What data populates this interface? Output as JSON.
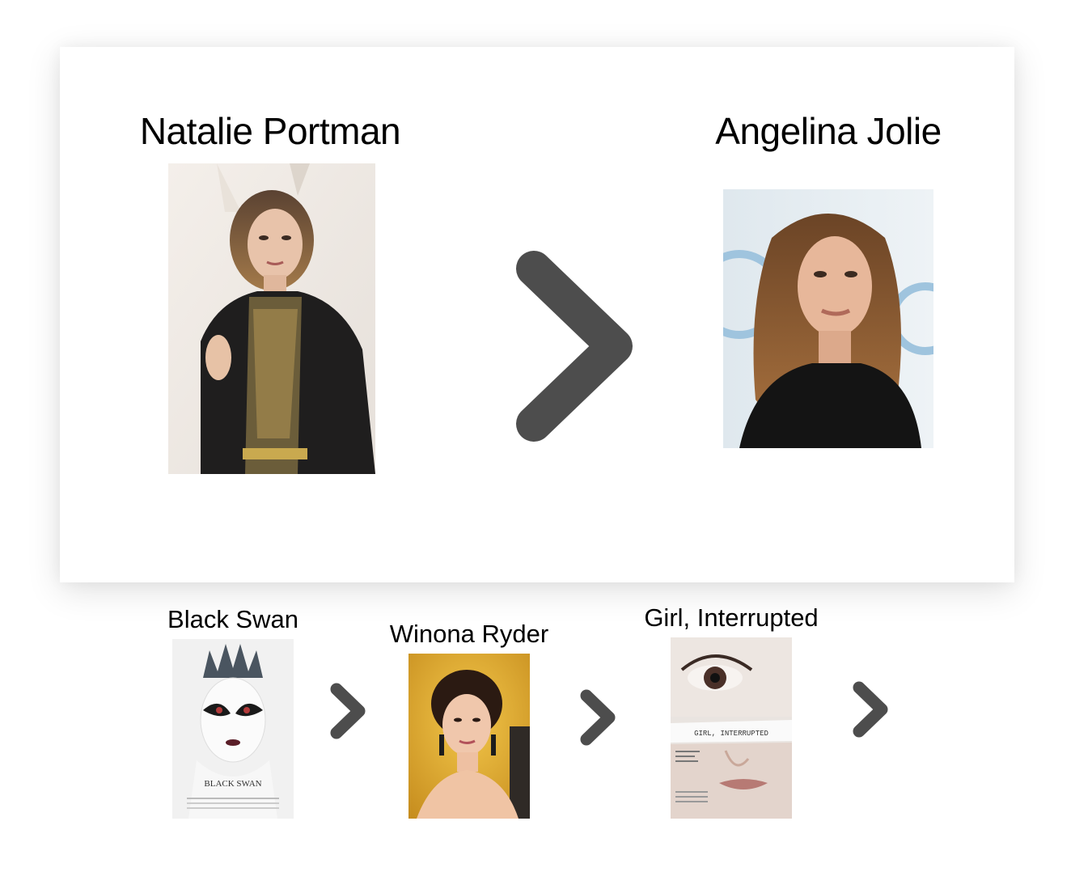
{
  "comparison": {
    "source": {
      "name": "Natalie Portman",
      "image": "natalie-portman-red-carpet-photo"
    },
    "target": {
      "name": "Angelina Jolie",
      "image": "angelina-jolie-portrait-photo"
    },
    "arrow_icon": "chevron-right-icon",
    "arrow_color": "#4d4d4d"
  },
  "path": {
    "steps": [
      {
        "label": "Black Swan",
        "image": "black-swan-movie-poster"
      },
      {
        "label": "Winona Ryder",
        "image": "winona-ryder-portrait-photo"
      },
      {
        "label": "Girl, Interrupted",
        "image": "girl-interrupted-movie-poster"
      }
    ],
    "poster_texts": {
      "black_swan_title": "BLACK SWAN",
      "girl_interrupted_title": "GIRL, INTERRUPTED"
    }
  },
  "colors": {
    "background": "#ffffff",
    "arrow": "#4d4d4d"
  }
}
